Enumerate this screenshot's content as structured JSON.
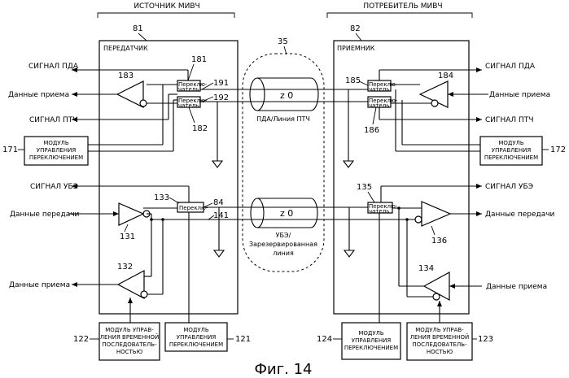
{
  "header": {
    "source_title": "ИСТОЧНИК МИВЧ",
    "sink_title": "ПОТРЕБИТЕЛЬ МИВЧ"
  },
  "figure_caption": "Фиг. 14",
  "transmitter": {
    "title": "ПЕРЕДАТЧИК",
    "ref": "81"
  },
  "receiver": {
    "title": "ПРИЕМНИК",
    "ref": "82"
  },
  "cable": {
    "ref": "35",
    "top_z": "z 0",
    "bottom_z": "z 0",
    "top_label": "ПДА/Линия ПТЧ",
    "bottom_label_1": "УБЭ/",
    "bottom_label_2": "Зарезервированная",
    "bottom_label_3": "линия"
  },
  "left_signals": {
    "pda": "СИГНАЛ ПДА",
    "rx_data_top": "Данные приема",
    "ptch": "СИГНАЛ ПТЧ",
    "ube": "СИГНАЛ УБЭ",
    "tx_data": "Данные передачи",
    "rx_data_bottom": "Данные приема"
  },
  "right_signals": {
    "pda": "СИГНАЛ ПДА",
    "rx_data_top": "Данные приема",
    "ptch": "СИГНАЛ ПТЧ",
    "ube": "СИГНАЛ УБЭ",
    "tx_data": "Данные передачи",
    "rx_data_bottom": "Данные приема"
  },
  "switches": {
    "s181_l1": "Переклю-",
    "s181_l2": "чатель",
    "s182_l1": "Переклю-",
    "s182_l2": "чатель",
    "s185_l1": "Переклю-",
    "s185_l2": "чатель",
    "s186_l1": "Переклю-",
    "s186_l2": "чатель",
    "s133": "Переклю-",
    "s135_l1": "Переклю-",
    "s135_l2": "чатель"
  },
  "modules": {
    "m171_l1": "МОДУЛЬ",
    "m171_l2": "УПРАВЛЕНИЯ",
    "m171_l3": "ПЕРЕКЛЮЧЕНИЕМ",
    "m172_l1": "МОДУЛЬ",
    "m172_l2": "УПРАВЛЕНИЯ",
    "m172_l3": "ПЕРЕКЛЮЧЕНИЕМ",
    "m122_l1": "МОДУЛЬ УПРАВ-",
    "m122_l2": "ЛЕНИЯ ВРЕМЕННОЙ",
    "m122_l3": "ПОСЛЕДОВАТЕЛЬ-",
    "m122_l4": "НОСТЬЮ",
    "m121_l1": "МОДУЛЬ",
    "m121_l2": "УПРАВЛЕНИЯ",
    "m121_l3": "ПЕРЕКЛЮЧЕНИЕМ",
    "m124_l1": "МОДУЛЬ",
    "m124_l2": "УПРАВЛЕНИЯ",
    "m124_l3": "ПЕРЕКЛЮЧЕНИЕМ",
    "m123_l1": "МОДУЛЬ УПРАВ-",
    "m123_l2": "ЛЕНИЯ ВРЕМЕННОЙ",
    "m123_l3": "ПОСЛЕДОВАТЕЛЬ-",
    "m123_l4": "НОСТЬЮ"
  },
  "refs": {
    "r181": "181",
    "r182": "182",
    "r183": "183",
    "r191": "191",
    "r192": "192",
    "r171": "171",
    "r185": "185",
    "r186": "186",
    "r184": "184",
    "r172": "172",
    "r133": "133",
    "r84": "84",
    "r141": "141",
    "r131": "131",
    "r132": "132",
    "r135": "135",
    "r136": "136",
    "r134": "134",
    "r122": "122",
    "r121": "121",
    "r124": "124",
    "r123": "123"
  }
}
